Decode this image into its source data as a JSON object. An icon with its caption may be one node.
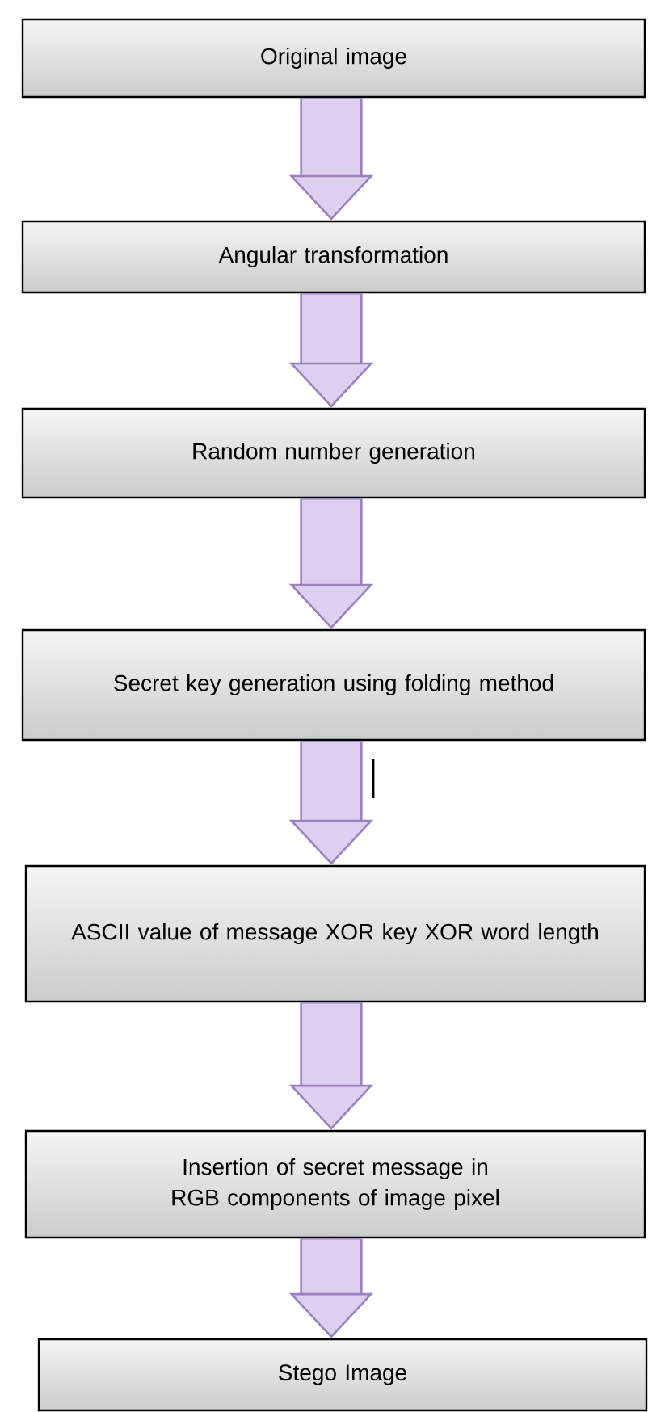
{
  "diagram": {
    "nodes": [
      {
        "text": [
          "Original image"
        ]
      },
      {
        "text": [
          "Angular transformation"
        ]
      },
      {
        "text": [
          "Random number generation"
        ]
      },
      {
        "text": [
          "Secret key generation using folding method"
        ]
      },
      {
        "text": [
          "ASCII value of message XOR key XOR word length"
        ]
      },
      {
        "text": [
          "Insertion of secret message in RGB components of image pixel"
        ]
      },
      {
        "text": [
          "Stego Image"
        ]
      }
    ],
    "edges": [
      {
        "from": 0,
        "to": 1,
        "arrow": "to"
      },
      {
        "from": 1,
        "to": 2,
        "arrow": "to"
      },
      {
        "from": 2,
        "to": 3,
        "arrow": "to"
      },
      {
        "from": 3,
        "to": 4,
        "arrow": "to"
      },
      {
        "from": 4,
        "to": 5,
        "arrow": "to"
      },
      {
        "from": 5,
        "to": 6,
        "arrow": "to"
      }
    ]
  }
}
